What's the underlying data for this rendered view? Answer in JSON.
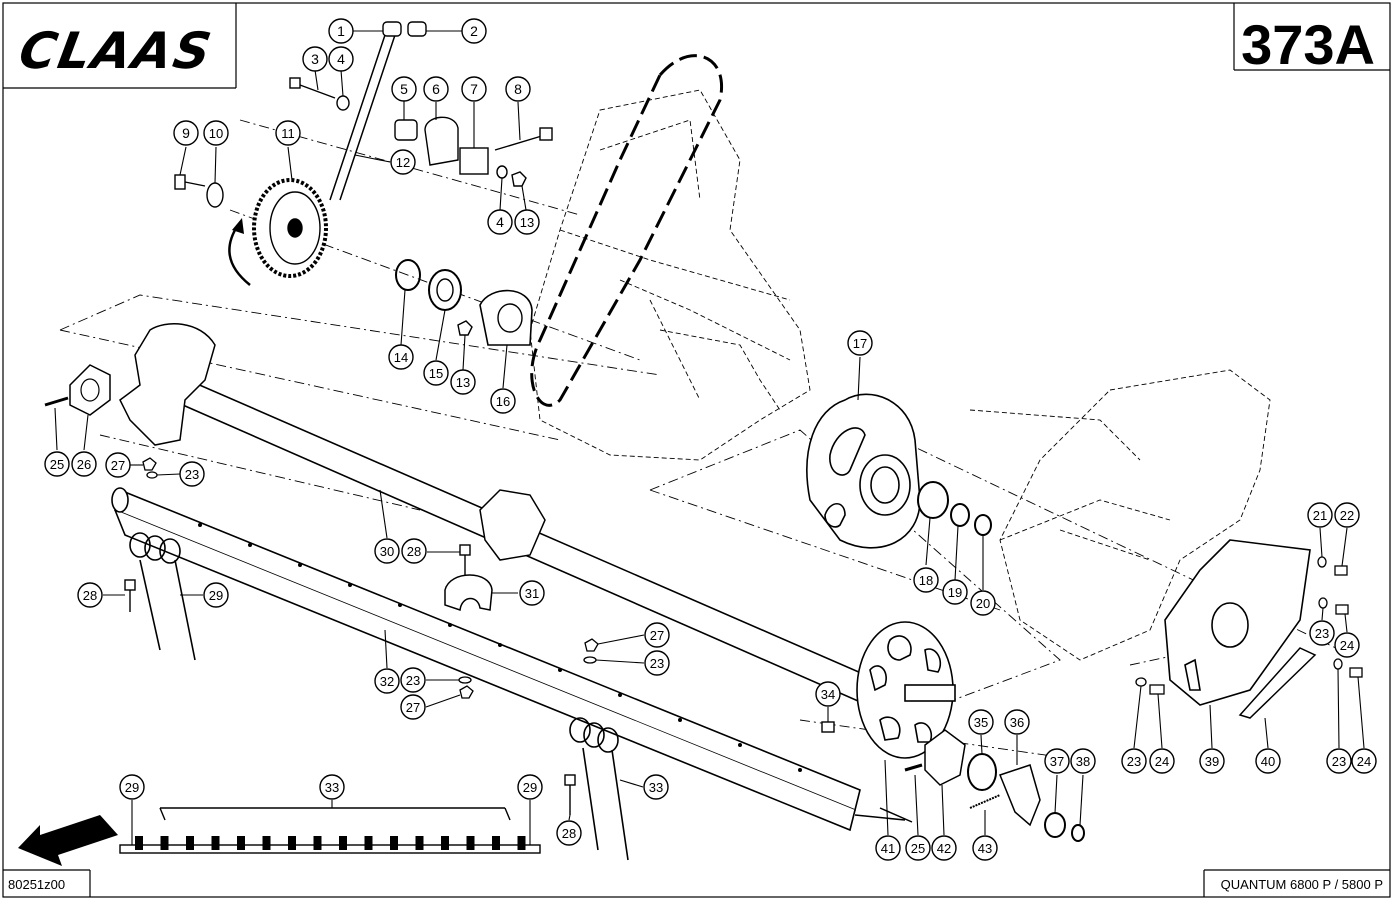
{
  "header": {
    "logo_text": "CLAAS",
    "page_number": "373A"
  },
  "footer": {
    "drawing_number": "80251z00",
    "model_text": "QUANTUM 6800 P / 5800 P"
  },
  "callouts": [
    {
      "id": "c1",
      "label": "1"
    },
    {
      "id": "c2",
      "label": "2"
    },
    {
      "id": "c3",
      "label": "3"
    },
    {
      "id": "c4a",
      "label": "4"
    },
    {
      "id": "c5",
      "label": "5"
    },
    {
      "id": "c6",
      "label": "6"
    },
    {
      "id": "c7",
      "label": "7"
    },
    {
      "id": "c8",
      "label": "8"
    },
    {
      "id": "c9",
      "label": "9"
    },
    {
      "id": "c10",
      "label": "10"
    },
    {
      "id": "c11",
      "label": "11"
    },
    {
      "id": "c12",
      "label": "12"
    },
    {
      "id": "c4b",
      "label": "4"
    },
    {
      "id": "c13a",
      "label": "13"
    },
    {
      "id": "c14",
      "label": "14"
    },
    {
      "id": "c15",
      "label": "15"
    },
    {
      "id": "c13b",
      "label": "13"
    },
    {
      "id": "c16",
      "label": "16"
    },
    {
      "id": "c17",
      "label": "17"
    },
    {
      "id": "c18",
      "label": "18"
    },
    {
      "id": "c19",
      "label": "19"
    },
    {
      "id": "c20",
      "label": "20"
    },
    {
      "id": "c21",
      "label": "21"
    },
    {
      "id": "c22",
      "label": "22"
    },
    {
      "id": "c23a",
      "label": "23"
    },
    {
      "id": "c24a",
      "label": "24"
    },
    {
      "id": "c23b",
      "label": "23"
    },
    {
      "id": "c24b",
      "label": "24"
    },
    {
      "id": "c23c",
      "label": "23"
    },
    {
      "id": "c24c",
      "label": "24"
    },
    {
      "id": "c39",
      "label": "39"
    },
    {
      "id": "c40",
      "label": "40"
    },
    {
      "id": "c25a",
      "label": "25"
    },
    {
      "id": "c26",
      "label": "26"
    },
    {
      "id": "c27a",
      "label": "27"
    },
    {
      "id": "c23d",
      "label": "23"
    },
    {
      "id": "c30",
      "label": "30"
    },
    {
      "id": "c28a",
      "label": "28"
    },
    {
      "id": "c28b",
      "label": "28"
    },
    {
      "id": "c29a",
      "label": "29"
    },
    {
      "id": "c31",
      "label": "31"
    },
    {
      "id": "c27b",
      "label": "27"
    },
    {
      "id": "c23e",
      "label": "23"
    },
    {
      "id": "c32",
      "label": "32"
    },
    {
      "id": "c23f",
      "label": "23"
    },
    {
      "id": "c27c",
      "label": "27"
    },
    {
      "id": "c34",
      "label": "34"
    },
    {
      "id": "c35",
      "label": "35"
    },
    {
      "id": "c36",
      "label": "36"
    },
    {
      "id": "c37",
      "label": "37"
    },
    {
      "id": "c38",
      "label": "38"
    },
    {
      "id": "c29b",
      "label": "29"
    },
    {
      "id": "c33a",
      "label": "33"
    },
    {
      "id": "c29c",
      "label": "29"
    },
    {
      "id": "c33b",
      "label": "33"
    },
    {
      "id": "c28c",
      "label": "28"
    },
    {
      "id": "c41",
      "label": "41"
    },
    {
      "id": "c25b",
      "label": "25"
    },
    {
      "id": "c42",
      "label": "42"
    },
    {
      "id": "c43",
      "label": "43"
    }
  ]
}
